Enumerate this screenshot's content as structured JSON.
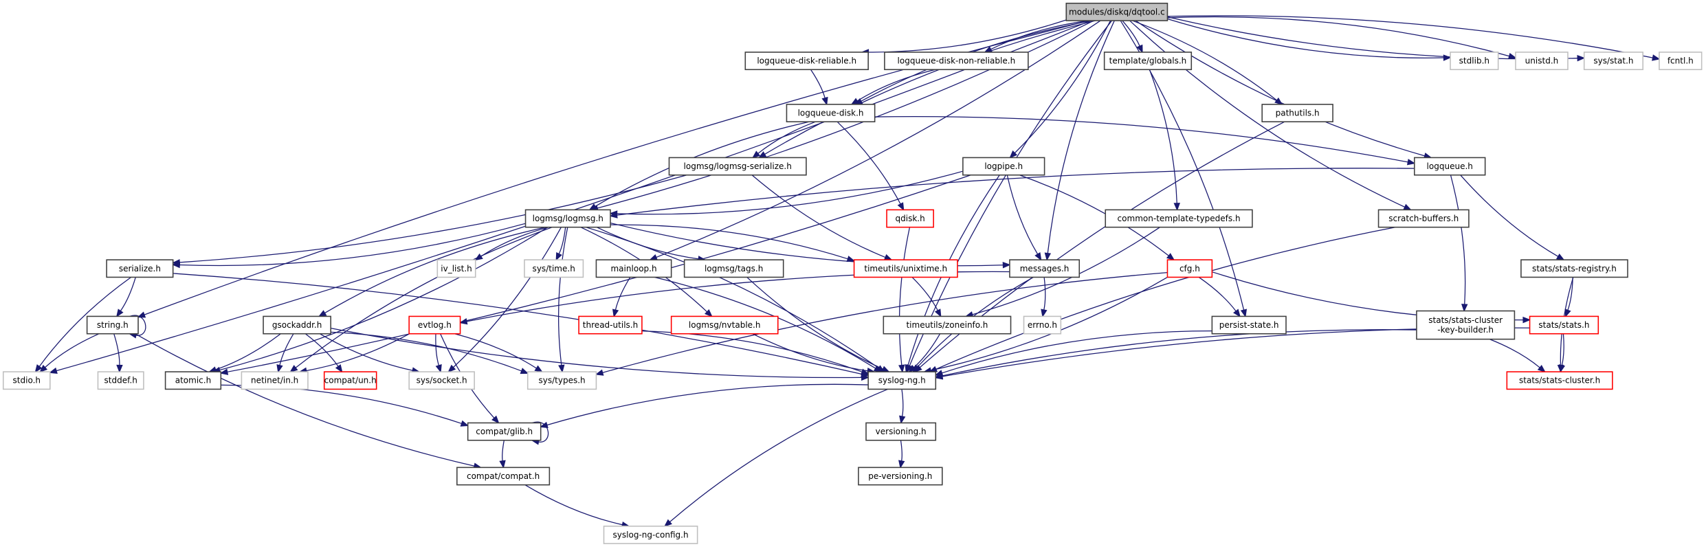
{
  "title": "modules/diskq/dqtool.c",
  "colors": {
    "edge": "#191970",
    "root_fill": "#bfbfbf",
    "normal_border": "#404040",
    "missing_border": "#bfbfbf",
    "incomplete_border": "#ff0000"
  },
  "nodes": [
    {
      "id": "dqtool",
      "label": "modules/diskq/dqtool.c",
      "style": "root"
    },
    {
      "id": "lqdr",
      "label": "logqueue-disk-reliable.h",
      "style": "normal"
    },
    {
      "id": "lqdnr",
      "label": "logqueue-disk-non-reliable.h",
      "style": "normal"
    },
    {
      "id": "tglobals",
      "label": "template/globals.h",
      "style": "normal"
    },
    {
      "id": "stdlib",
      "label": "stdlib.h",
      "style": "missing"
    },
    {
      "id": "unistd",
      "label": "unistd.h",
      "style": "missing"
    },
    {
      "id": "sysstat",
      "label": "sys/stat.h",
      "style": "missing"
    },
    {
      "id": "fcntl",
      "label": "fcntl.h",
      "style": "missing"
    },
    {
      "id": "lqd",
      "label": "logqueue-disk.h",
      "style": "normal"
    },
    {
      "id": "pathutils",
      "label": "pathutils.h",
      "style": "normal"
    },
    {
      "id": "lmser",
      "label": "logmsg/logmsg-serialize.h",
      "style": "normal"
    },
    {
      "id": "logpipe",
      "label": "logpipe.h",
      "style": "normal"
    },
    {
      "id": "logqueue",
      "label": "logqueue.h",
      "style": "normal"
    },
    {
      "id": "logmsg",
      "label": "logmsg/logmsg.h",
      "style": "normal"
    },
    {
      "id": "qdisk",
      "label": "qdisk.h",
      "style": "red"
    },
    {
      "id": "ctt",
      "label": "common-template-typedefs.h",
      "style": "normal"
    },
    {
      "id": "scratch",
      "label": "scratch-buffers.h",
      "style": "normal"
    },
    {
      "id": "serialize",
      "label": "serialize.h",
      "style": "normal"
    },
    {
      "id": "ivlist",
      "label": "iv_list.h",
      "style": "missing"
    },
    {
      "id": "systime",
      "label": "sys/time.h",
      "style": "missing"
    },
    {
      "id": "mainloop",
      "label": "mainloop.h",
      "style": "normal"
    },
    {
      "id": "tags",
      "label": "logmsg/tags.h",
      "style": "normal"
    },
    {
      "id": "unixtime",
      "label": "timeutils/unixtime.h",
      "style": "red"
    },
    {
      "id": "messages",
      "label": "messages.h",
      "style": "normal"
    },
    {
      "id": "cfg",
      "label": "cfg.h",
      "style": "red"
    },
    {
      "id": "statsreg",
      "label": "stats/stats-registry.h",
      "style": "normal"
    },
    {
      "id": "string",
      "label": "string.h",
      "style": "normal"
    },
    {
      "id": "gsockaddr",
      "label": "gsockaddr.h",
      "style": "normal"
    },
    {
      "id": "evtlog",
      "label": "evtlog.h",
      "style": "red"
    },
    {
      "id": "threadutils",
      "label": "thread-utils.h",
      "style": "red"
    },
    {
      "id": "nvtable",
      "label": "logmsg/nvtable.h",
      "style": "red"
    },
    {
      "id": "zoneinfo",
      "label": "timeutils/zoneinfo.h",
      "style": "normal"
    },
    {
      "id": "errno",
      "label": "errno.h",
      "style": "missing"
    },
    {
      "id": "persist",
      "label": "persist-state.h",
      "style": "normal"
    },
    {
      "id": "sckb",
      "label": "stats/stats-cluster\n-key-builder.h",
      "style": "normal"
    },
    {
      "id": "stats",
      "label": "stats/stats.h",
      "style": "red"
    },
    {
      "id": "stdio",
      "label": "stdio.h",
      "style": "missing"
    },
    {
      "id": "stddef",
      "label": "stddef.h",
      "style": "missing"
    },
    {
      "id": "atomic",
      "label": "atomic.h",
      "style": "normal"
    },
    {
      "id": "netinet",
      "label": "netinet/in.h",
      "style": "missing"
    },
    {
      "id": "compatun",
      "label": "compat/un.h",
      "style": "red"
    },
    {
      "id": "syssocket",
      "label": "sys/socket.h",
      "style": "missing"
    },
    {
      "id": "systypes",
      "label": "sys/types.h",
      "style": "missing"
    },
    {
      "id": "syslogng",
      "label": "syslog-ng.h",
      "style": "normal"
    },
    {
      "id": "statscluster",
      "label": "stats/stats-cluster.h",
      "style": "red"
    },
    {
      "id": "glib",
      "label": "compat/glib.h",
      "style": "normal"
    },
    {
      "id": "versioning",
      "label": "versioning.h",
      "style": "normal"
    },
    {
      "id": "compat",
      "label": "compat/compat.h",
      "style": "normal"
    },
    {
      "id": "peversioning",
      "label": "pe-versioning.h",
      "style": "normal"
    },
    {
      "id": "sngconfig",
      "label": "syslog-ng-config.h",
      "style": "missing"
    }
  ],
  "edges": [
    [
      "dqtool",
      "lqdr"
    ],
    [
      "dqtool",
      "lqdnr"
    ],
    [
      "dqtool",
      "tglobals"
    ],
    [
      "dqtool",
      "stdlib"
    ],
    [
      "dqtool",
      "unistd"
    ],
    [
      "dqtool",
      "sysstat"
    ],
    [
      "dqtool",
      "fcntl"
    ],
    [
      "dqtool",
      "lqd"
    ],
    [
      "dqtool",
      "pathutils"
    ],
    [
      "dqtool",
      "lmser"
    ],
    [
      "dqtool",
      "logpipe"
    ],
    [
      "dqtool",
      "logqueue"
    ],
    [
      "dqtool",
      "logmsg"
    ],
    [
      "dqtool",
      "scratch"
    ],
    [
      "dqtool",
      "mainloop"
    ],
    [
      "dqtool",
      "messages"
    ],
    [
      "dqtool",
      "persist"
    ],
    [
      "dqtool",
      "string"
    ],
    [
      "dqtool",
      "stdio"
    ],
    [
      "dqtool",
      "syslogng"
    ],
    [
      "lqdr",
      "lqd"
    ],
    [
      "lqdnr",
      "lqd"
    ],
    [
      "tglobals",
      "ctt"
    ],
    [
      "lqd",
      "lmser"
    ],
    [
      "lqd",
      "logqueue"
    ],
    [
      "lqd",
      "logmsg"
    ],
    [
      "lqd",
      "qdisk"
    ],
    [
      "pathutils",
      "syslogng"
    ],
    [
      "lmser",
      "serialize"
    ],
    [
      "lmser",
      "unixtime"
    ],
    [
      "logpipe",
      "logmsg"
    ],
    [
      "logpipe",
      "messages"
    ],
    [
      "logpipe",
      "cfg"
    ],
    [
      "logpipe",
      "syslogng"
    ],
    [
      "logpipe",
      "atomic"
    ],
    [
      "logqueue",
      "logmsg"
    ],
    [
      "logqueue",
      "sckb"
    ],
    [
      "logqueue",
      "statsreg"
    ],
    [
      "logmsg",
      "serialize"
    ],
    [
      "logmsg",
      "ivlist"
    ],
    [
      "logmsg",
      "systime"
    ],
    [
      "logmsg",
      "tags"
    ],
    [
      "logmsg",
      "unixtime"
    ],
    [
      "logmsg",
      "messages"
    ],
    [
      "logmsg",
      "nvtable"
    ],
    [
      "logmsg",
      "gsockaddr"
    ],
    [
      "logmsg",
      "atomic"
    ],
    [
      "logmsg",
      "netinet"
    ],
    [
      "logmsg",
      "syssocket"
    ],
    [
      "logmsg",
      "systypes"
    ],
    [
      "logmsg",
      "syslogng"
    ],
    [
      "qdisk",
      "syslogng"
    ],
    [
      "ctt",
      "zoneinfo"
    ],
    [
      "scratch",
      "syslogng"
    ],
    [
      "serialize",
      "string"
    ],
    [
      "serialize",
      "stdio"
    ],
    [
      "serialize",
      "syslogng"
    ],
    [
      "mainloop",
      "threadutils"
    ],
    [
      "mainloop",
      "syslogng"
    ],
    [
      "tags",
      "syslogng"
    ],
    [
      "unixtime",
      "zoneinfo"
    ],
    [
      "messages",
      "evtlog"
    ],
    [
      "messages",
      "errno"
    ],
    [
      "messages",
      "syslogng"
    ],
    [
      "cfg",
      "persist"
    ],
    [
      "cfg",
      "stats"
    ],
    [
      "cfg",
      "syslogng"
    ],
    [
      "cfg",
      "systypes"
    ],
    [
      "statsreg",
      "stats"
    ],
    [
      "statsreg",
      "statscluster"
    ],
    [
      "string",
      "string"
    ],
    [
      "string",
      "stdio"
    ],
    [
      "string",
      "stddef"
    ],
    [
      "string",
      "compat"
    ],
    [
      "gsockaddr",
      "atomic"
    ],
    [
      "gsockaddr",
      "netinet"
    ],
    [
      "gsockaddr",
      "compatun"
    ],
    [
      "gsockaddr",
      "syssocket"
    ],
    [
      "gsockaddr",
      "systypes"
    ],
    [
      "gsockaddr",
      "syslogng"
    ],
    [
      "evtlog",
      "netinet"
    ],
    [
      "evtlog",
      "syssocket"
    ],
    [
      "evtlog",
      "systypes"
    ],
    [
      "evtlog",
      "glib"
    ],
    [
      "threadutils",
      "syslogng"
    ],
    [
      "nvtable",
      "syslogng"
    ],
    [
      "zoneinfo",
      "syslogng"
    ],
    [
      "persist",
      "syslogng"
    ],
    [
      "sckb",
      "statscluster"
    ],
    [
      "sckb",
      "syslogng"
    ],
    [
      "stats",
      "statscluster"
    ],
    [
      "stats",
      "syslogng"
    ],
    [
      "atomic",
      "glib"
    ],
    [
      "syslogng",
      "glib"
    ],
    [
      "syslogng",
      "versioning"
    ],
    [
      "syslogng",
      "sngconfig"
    ],
    [
      "glib",
      "glib"
    ],
    [
      "glib",
      "compat"
    ],
    [
      "versioning",
      "peversioning"
    ],
    [
      "compat",
      "sngconfig"
    ]
  ]
}
